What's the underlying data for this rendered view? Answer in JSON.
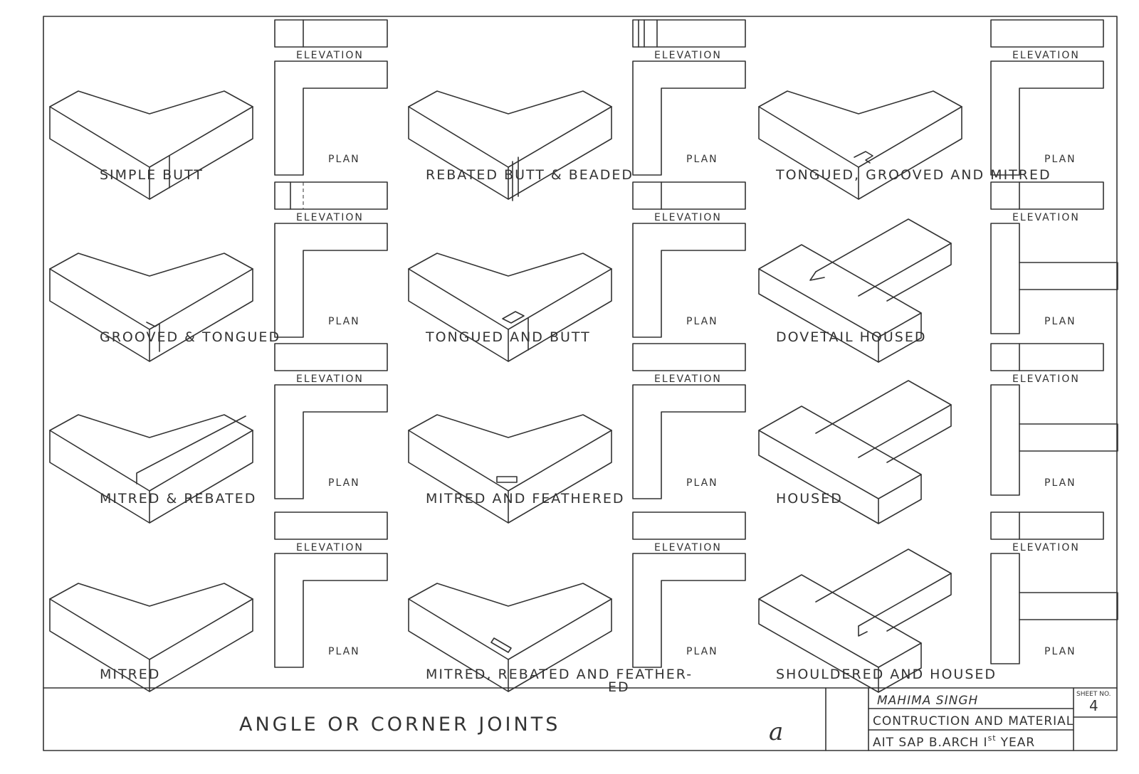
{
  "joints": [
    {
      "name": "SIMPLE BUTT",
      "elev": "ELEVATION",
      "plan": "PLAN"
    },
    {
      "name": "REBATED BUTT & BEADED",
      "elev": "ELEVATION",
      "plan": "PLAN"
    },
    {
      "name": "TONGUED, GROOVED AND MITRED",
      "elev": "ELEVATION",
      "plan": "PLAN"
    },
    {
      "name": "GROOVED & TONGUED",
      "elev": "ELEVATION",
      "plan": "PLAN"
    },
    {
      "name": "TONGUED AND BUTT",
      "elev": "ELEVATION",
      "plan": "PLAN"
    },
    {
      "name": "DOVETAIL HOUSED",
      "elev": "ELEVATION",
      "plan": "PLAN"
    },
    {
      "name": "MITRED & REBATED",
      "elev": "ELEVATION",
      "plan": "PLAN"
    },
    {
      "name": "MITRED AND FEATHERED",
      "elev": "ELEVATION",
      "plan": "PLAN"
    },
    {
      "name": "HOUSED",
      "elev": "ELEVATION",
      "plan": "PLAN"
    },
    {
      "name": "MITRED",
      "elev": "ELEVATION",
      "plan": "PLAN"
    },
    {
      "name": "MITRED, REBATED AND FEATHER-",
      "name2": "ED",
      "elev": "ELEVATION",
      "plan": "PLAN"
    },
    {
      "name": "SHOULDERED AND HOUSED",
      "elev": "ELEVATION",
      "plan": "PLAN"
    }
  ],
  "title_block": {
    "title": "ANGLE OR CORNER JOINTS",
    "signature": "a",
    "name": "MAHIMA SINGH",
    "subject": "CONTRUCTION AND MATERIAL",
    "college": "AIT SAP B.ARCH I",
    "college_sup": "st",
    "college_end": "YEAR",
    "sheet_label": "SHEET NO.",
    "sheet_no": "4"
  }
}
